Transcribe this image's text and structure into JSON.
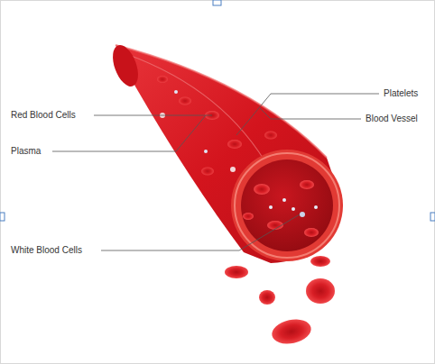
{
  "diagram": {
    "labels": [
      "Platelets",
      "Red Blood Cells",
      "Blood Vessel",
      "Plasma",
      "White Blood Cells"
    ]
  }
}
